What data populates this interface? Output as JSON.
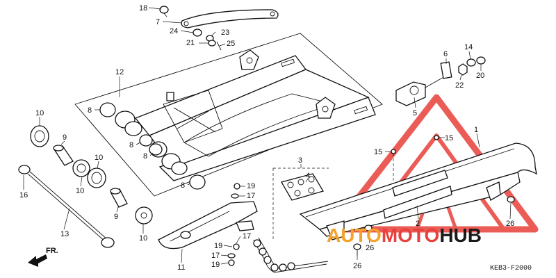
{
  "diagram": {
    "code": "KEB3-F2000",
    "direction_label": "FR.",
    "callouts": {
      "c1": "1",
      "c2": "2",
      "c3": "3",
      "c4": "4",
      "c5": "5",
      "c6": "6",
      "c7": "7",
      "c8a": "8",
      "c8b": "8",
      "c8c": "8",
      "c8d": "8",
      "c9a": "9",
      "c9b": "9",
      "c10a": "10",
      "c10b": "10",
      "c10c": "10",
      "c10d": "10",
      "c11": "11",
      "c12": "12",
      "c13": "13",
      "c14": "14",
      "c15a": "15",
      "c15b": "15",
      "c16": "16",
      "c17a": "17",
      "c17b": "17",
      "c17c": "17",
      "c18": "18",
      "c19a": "19",
      "c19b": "19",
      "c19c": "19",
      "c20": "20",
      "c21": "21",
      "c22": "22",
      "c23": "23",
      "c24": "24",
      "c25": "25",
      "c26a": "26",
      "c26b": "26",
      "c26c": "26"
    }
  },
  "watermark": {
    "text_a": "AUTO",
    "text_b": "MOTO",
    "text_c": "HUB",
    "color_red": "#e8403a",
    "color_orange": "#f4a32a",
    "color_dark": "#1a1a1a"
  }
}
